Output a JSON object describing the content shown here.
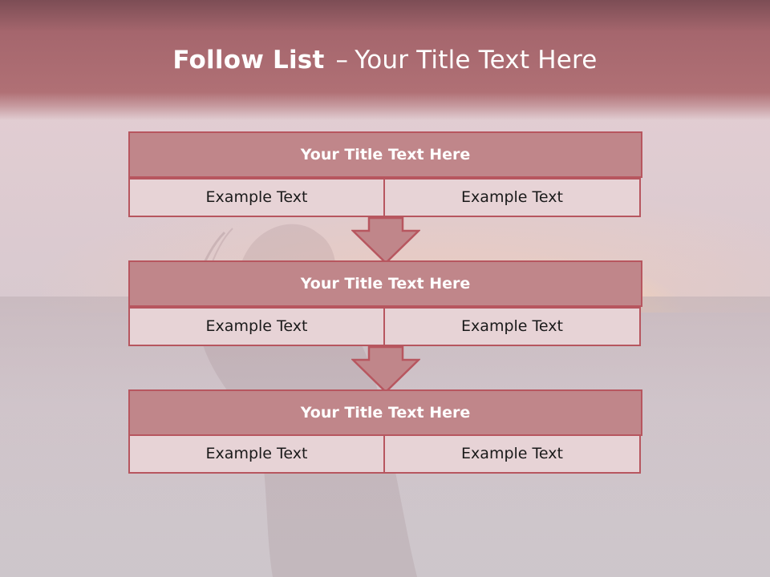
{
  "title": {
    "bold": "Follow List",
    "dash": "–",
    "rest": "Your Title Text Here"
  },
  "blocks": [
    {
      "heading": "Your Title Text Here",
      "left": "Example Text",
      "right": "Example Text"
    },
    {
      "heading": "Your Title Text Here",
      "left": "Example Text",
      "right": "Example Text"
    },
    {
      "heading": "Your Title Text Here",
      "left": "Example Text",
      "right": "Example Text"
    }
  ],
  "colors": {
    "header": "#a5666d",
    "box_title_fill": "#c0868a",
    "box_border": "#b7565f",
    "cell_fill": "#e7d3d6"
  }
}
